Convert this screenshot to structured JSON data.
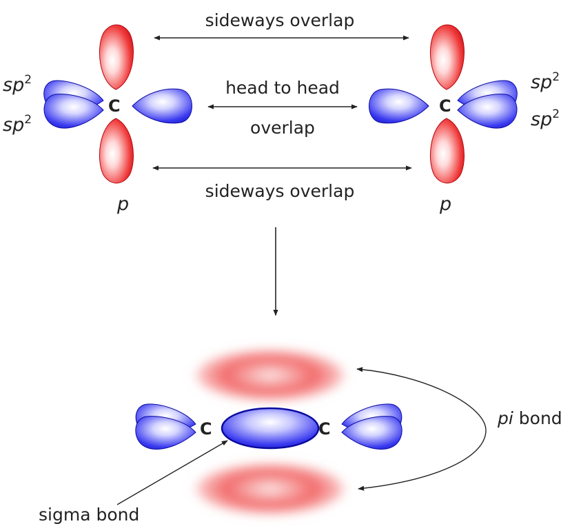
{
  "labels": {
    "sideways_top": "sideways overlap",
    "head_to_head_line1": "head to head",
    "head_to_head_line2": "overlap",
    "sideways_bottom": "sideways overlap",
    "carbon": "C",
    "sp": "sp",
    "sp_superscript": "2",
    "p": "p",
    "pi_italic": "pi",
    "pi_rest": " bond",
    "sigma_bond": "sigma bond"
  },
  "colors": {
    "p_orbital": "#e8141e",
    "sp2_orbital": "#1a1ae6",
    "pi_cloud": "#f03c3c",
    "arrow": "#222222",
    "text": "#222222"
  }
}
